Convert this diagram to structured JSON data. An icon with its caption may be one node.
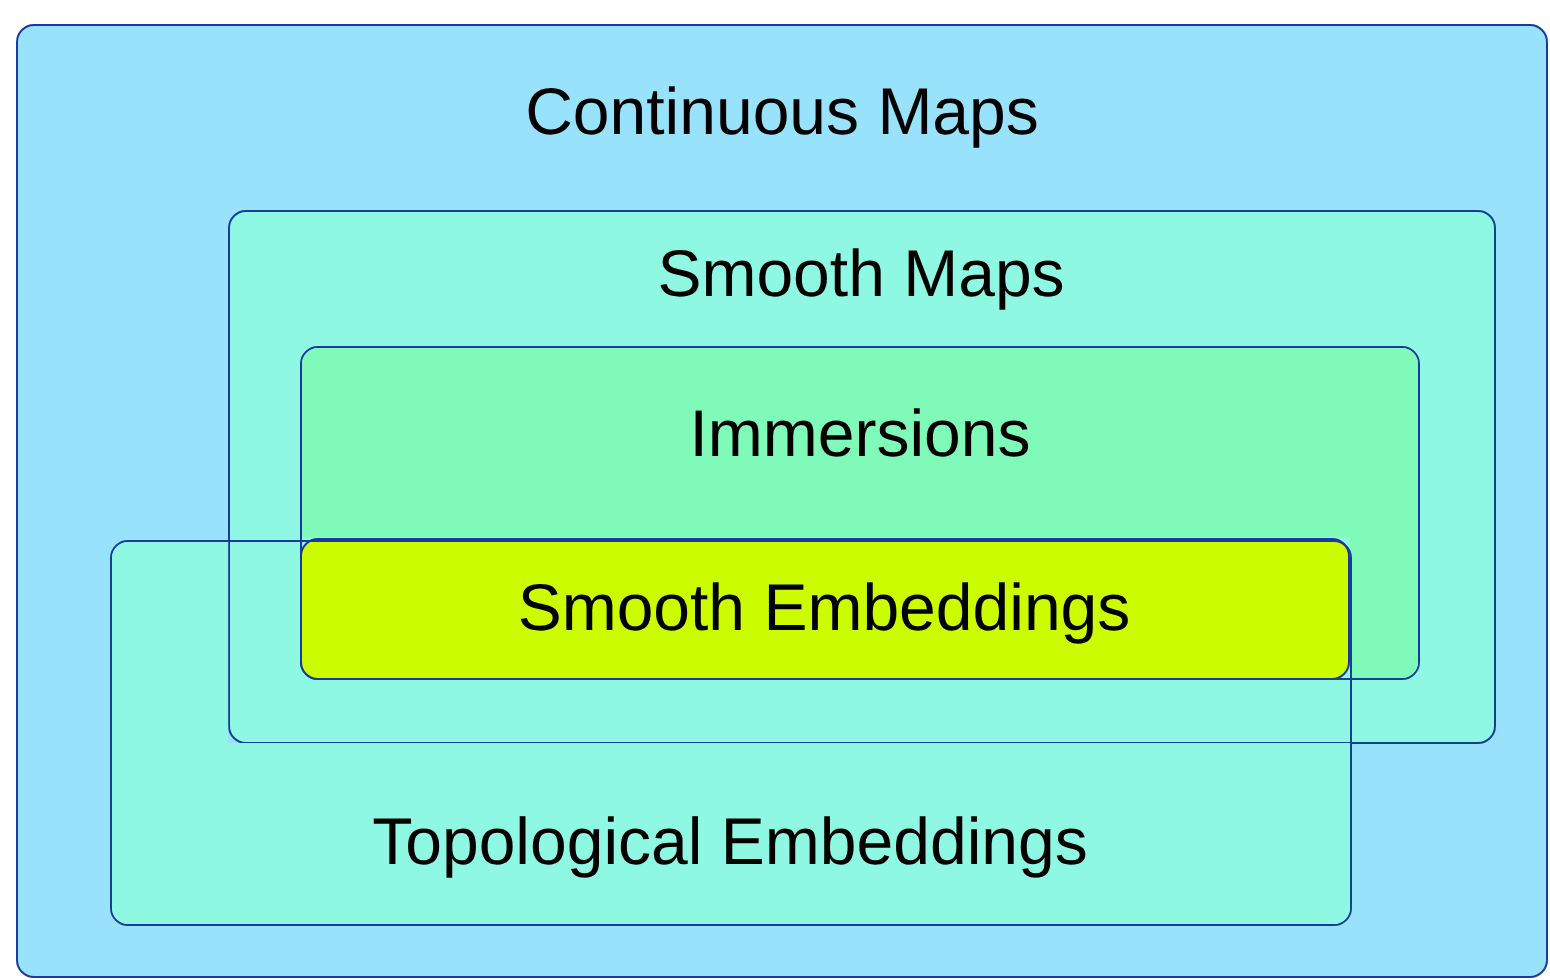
{
  "diagram": {
    "nodes": [
      {
        "text": [
          "Continuous Maps"
        ]
      },
      {
        "text": [
          "Smooth Maps"
        ],
        "in": 0
      },
      {
        "text": [
          "Immersions"
        ],
        "in": 1
      },
      {
        "text": [
          "Smooth Embeddings"
        ],
        "in": 2
      },
      {
        "text": [
          "Topological Embeddings"
        ],
        "in": 0
      }
    ]
  }
}
